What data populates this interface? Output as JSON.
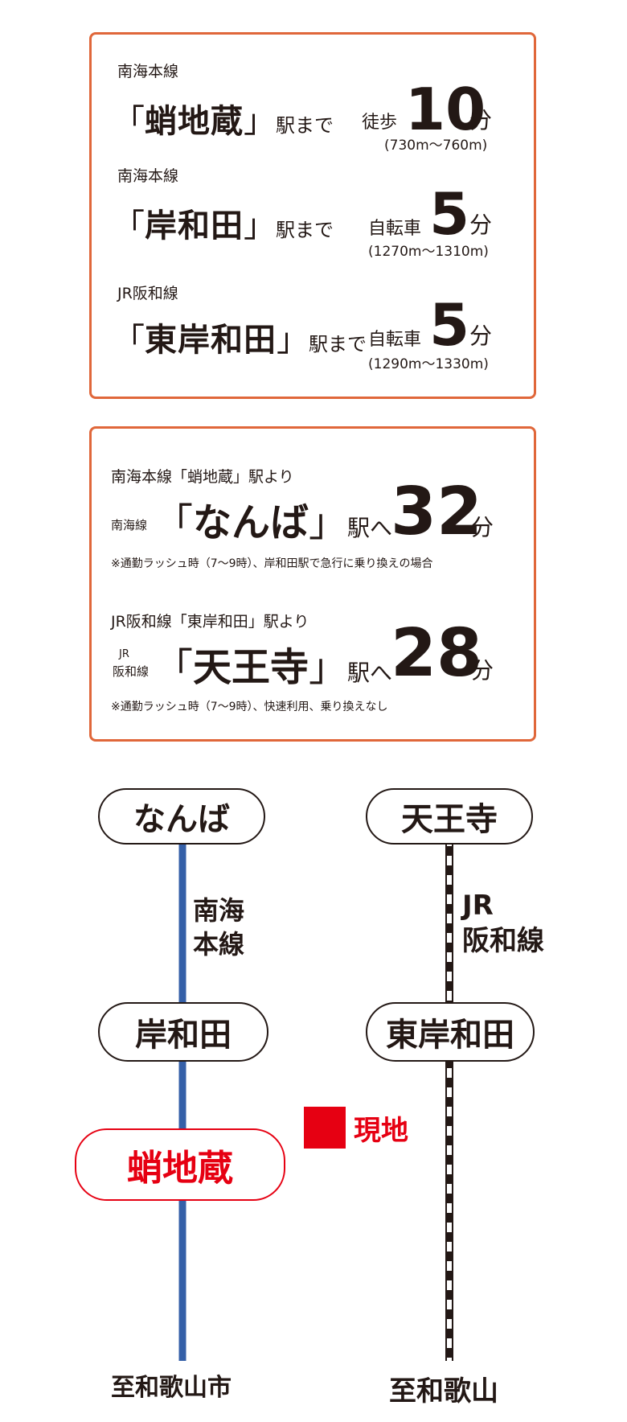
{
  "access": [
    {
      "line": "南海本線",
      "station_open": "「",
      "station": "蛸地蔵",
      "station_close": "」",
      "suffix": "駅まで",
      "mode": "徒歩",
      "minutes": "10",
      "unit": "分",
      "range": "(730m～760m)"
    },
    {
      "line": "南海本線",
      "station_open": "「",
      "station": "岸和田",
      "station_close": "」",
      "suffix": "駅まで",
      "mode": "自転車",
      "minutes": "5",
      "unit": "分",
      "range": "(1270m～1310m)"
    },
    {
      "line": "JR阪和線",
      "station_open": "「",
      "station": "東岸和田",
      "station_close": "」",
      "suffix": "駅まで",
      "mode": "自転車",
      "minutes": "5",
      "unit": "分",
      "range": "(1290m～1330m)"
    }
  ],
  "routes": [
    {
      "from": "南海本線「蛸地蔵」駅より",
      "line_label": "南海線",
      "station_open": "「",
      "station": "なんば",
      "station_close": "」",
      "suffix": "駅へ",
      "minutes": "32",
      "unit": "分",
      "note": "※通勤ラッシュ時（7～9時）、岸和田駅で急行に乗り換えの場合"
    },
    {
      "from": "JR阪和線「東岸和田」駅より",
      "line_label_top": "JR",
      "line_label_bottom": "阪和線",
      "station_open": "「",
      "station": "天王寺",
      "station_close": "」",
      "suffix": "駅へ",
      "minutes": "28",
      "unit": "分",
      "note": "※通勤ラッシュ時（7～9時）、快速利用、乗り換えなし"
    }
  ],
  "map": {
    "nankai": {
      "top": "なんば",
      "mid": "岸和田",
      "current": "蛸地蔵",
      "line_name_1": "南海",
      "line_name_2": "本線",
      "dest": "至和歌山市",
      "color": "#3560a8"
    },
    "jr": {
      "top": "天王寺",
      "mid": "東岸和田",
      "line_name_1": "JR",
      "line_name_2": "阪和線",
      "dest": "至和歌山"
    },
    "site_label": "現地",
    "site_color": "#e60012"
  }
}
